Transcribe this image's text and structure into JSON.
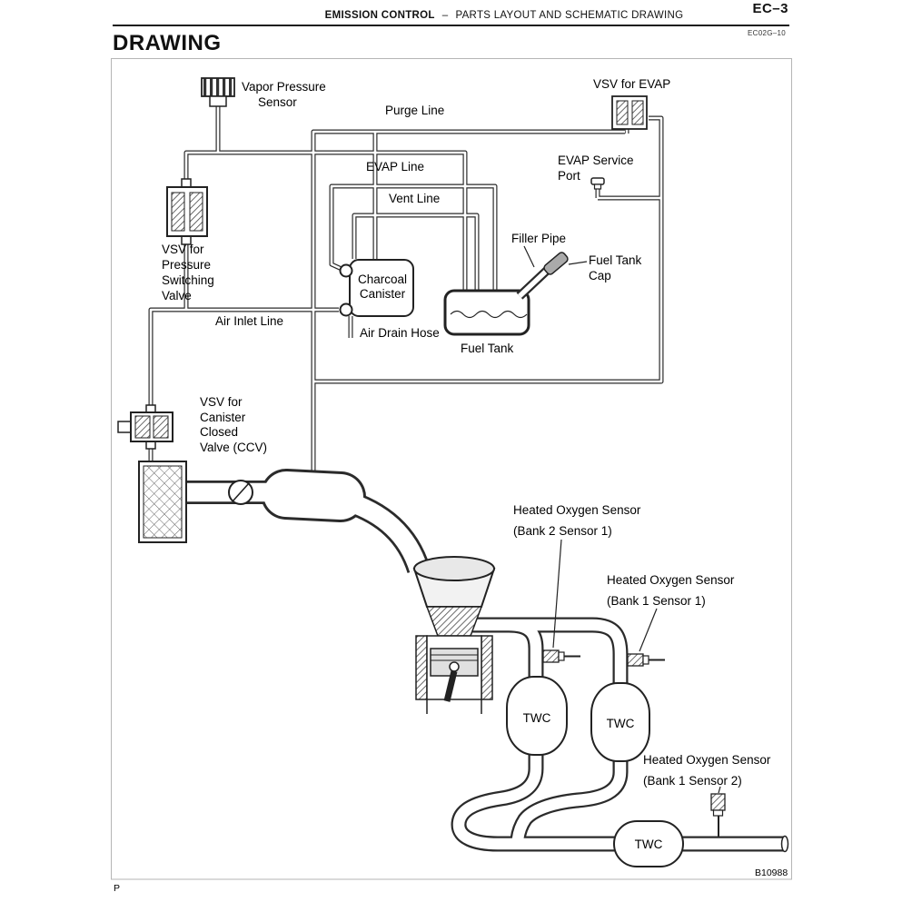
{
  "page": {
    "page_code": "EC–3",
    "section": "EMISSION CONTROL",
    "separator": "–",
    "subsection": "PARTS LAYOUT AND SCHEMATIC DRAWING",
    "doc_code": "EC02G–10",
    "title": "DRAWING",
    "footer_mark": "P",
    "figure_code": "B10988"
  },
  "colors": {
    "ink": "#111111",
    "paper": "#ffffff"
  },
  "diagram": {
    "labels": {
      "vps1": "Vapor Pressure",
      "vps2": "Sensor",
      "purge": "Purge Line",
      "vsv_evap": "VSV for EVAP",
      "evap": "EVAP Line",
      "esp1": "EVAP Service",
      "esp2": "Port",
      "vent": "Vent Line",
      "vsvps1": "VSV for",
      "vsvps2": "Pressure",
      "vsvps3": "Switching",
      "vsvps4": "Valve",
      "cc1": "Charcoal",
      "cc2": "Canister",
      "filler": "Filler Pipe",
      "ftc1": "Fuel Tank",
      "ftc2": "Cap",
      "air_inlet": "Air Inlet Line",
      "air_drain": "Air Drain Hose",
      "fuel_tank": "Fuel Tank",
      "ccv1": "VSV for",
      "ccv2": "Canister",
      "ccv3": "Closed",
      "ccv4": "Valve (CCV)",
      "hos": "Heated Oxygen Sensor",
      "b2s1": "(Bank 2 Sensor 1)",
      "b1s1": "(Bank 1 Sensor 1)",
      "b1s2": "(Bank 1 Sensor 2)",
      "twc": "TWC"
    }
  }
}
